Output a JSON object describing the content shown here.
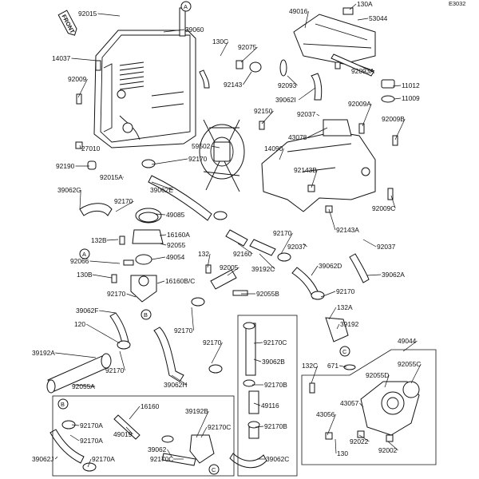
{
  "diagram": {
    "code": "E3032",
    "front_label": "FRONT",
    "refs": {
      "A": "A",
      "B": "B",
      "C": "C"
    },
    "labels": [
      "92015",
      "39060",
      "130C",
      "92075",
      "14037",
      "92143",
      "92009",
      "92150",
      "27010",
      "59502",
      "92190",
      "92170",
      "92015A",
      "39062E",
      "39062G",
      "92170",
      "49085",
      "132B",
      "16160A",
      "92055",
      "92066",
      "49054",
      "130B",
      "16160B/C",
      "92170",
      "39062F",
      "120",
      "39192A",
      "92170",
      "92055A",
      "39062H",
      "92170",
      "92170",
      "132",
      "92005",
      "92055B",
      "92160",
      "92170",
      "39192C",
      "49016",
      "130A",
      "53044",
      "92093A",
      "92093",
      "39062I",
      "11012",
      "11009",
      "92037",
      "92009A",
      "92009B",
      "43078",
      "14090",
      "92143B",
      "92009C",
      "92143A",
      "92037",
      "92037",
      "39062D",
      "39062A",
      "92170",
      "132A",
      "39192",
      "671",
      "92170C",
      "39062B",
      "92170B",
      "49116",
      "92170B",
      "39062C",
      "92170C",
      "39062",
      "39192B",
      "16160",
      "49019",
      "92170A",
      "92170A",
      "39062J",
      "92170A",
      "92170C",
      "132C",
      "49044",
      "92055C",
      "92055D",
      "43057",
      "43056",
      "92022",
      "130",
      "92002"
    ]
  }
}
